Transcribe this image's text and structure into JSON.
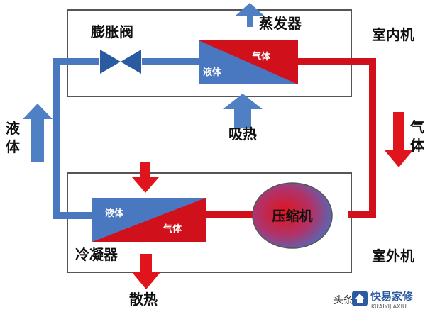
{
  "diagram": {
    "labels": {
      "expansion_valve": "膨胀阀",
      "evaporator": "蒸发器",
      "indoor_unit": "室内机",
      "outdoor_unit": "室外机",
      "liquid_left": "液体",
      "gas_right": "气体",
      "absorb_heat": "吸热",
      "dissipate_heat": "散热",
      "condenser": "冷凝器",
      "compressor": "压缩机",
      "evap_liquid": "液体",
      "evap_gas": "气体",
      "cond_liquid": "液体",
      "cond_gas": "气体"
    },
    "watermark": {
      "prefix": "头条",
      "brand": "快易家修",
      "sub": "KUAIYIJIAXIU"
    },
    "colors": {
      "liquid_blue": "#4a78c0",
      "gas_red": "#d0101a",
      "arrow_blue": "#4f80c4",
      "arrow_red": "#e0141c",
      "valve": "#2a5aa0",
      "frame": "#555555"
    }
  }
}
